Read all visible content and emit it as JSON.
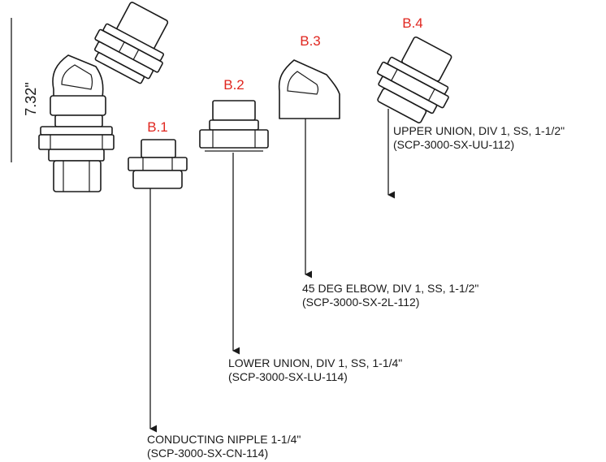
{
  "dimension": {
    "label": "7.32\""
  },
  "colors": {
    "tag": "#e0261f",
    "line": "#1a1a1a"
  },
  "parts": [
    {
      "tag": "B.1",
      "description": "CONDUCTING NIPPLE 1-1/4\"",
      "part_number": "(SCP-3000-SX-CN-114)"
    },
    {
      "tag": "B.2",
      "description": "LOWER UNION, DIV 1, SS, 1-1/4\"",
      "part_number": "(SCP-3000-SX-LU-114)"
    },
    {
      "tag": "B.3",
      "description": "45 DEG ELBOW, DIV 1, SS, 1-1/2\"",
      "part_number": "(SCP-3000-SX-2L-112)"
    },
    {
      "tag": "B.4",
      "description": "UPPER UNION, DIV 1, SS, 1-1/2\"",
      "part_number": "(SCP-3000-SX-UU-112)"
    }
  ]
}
